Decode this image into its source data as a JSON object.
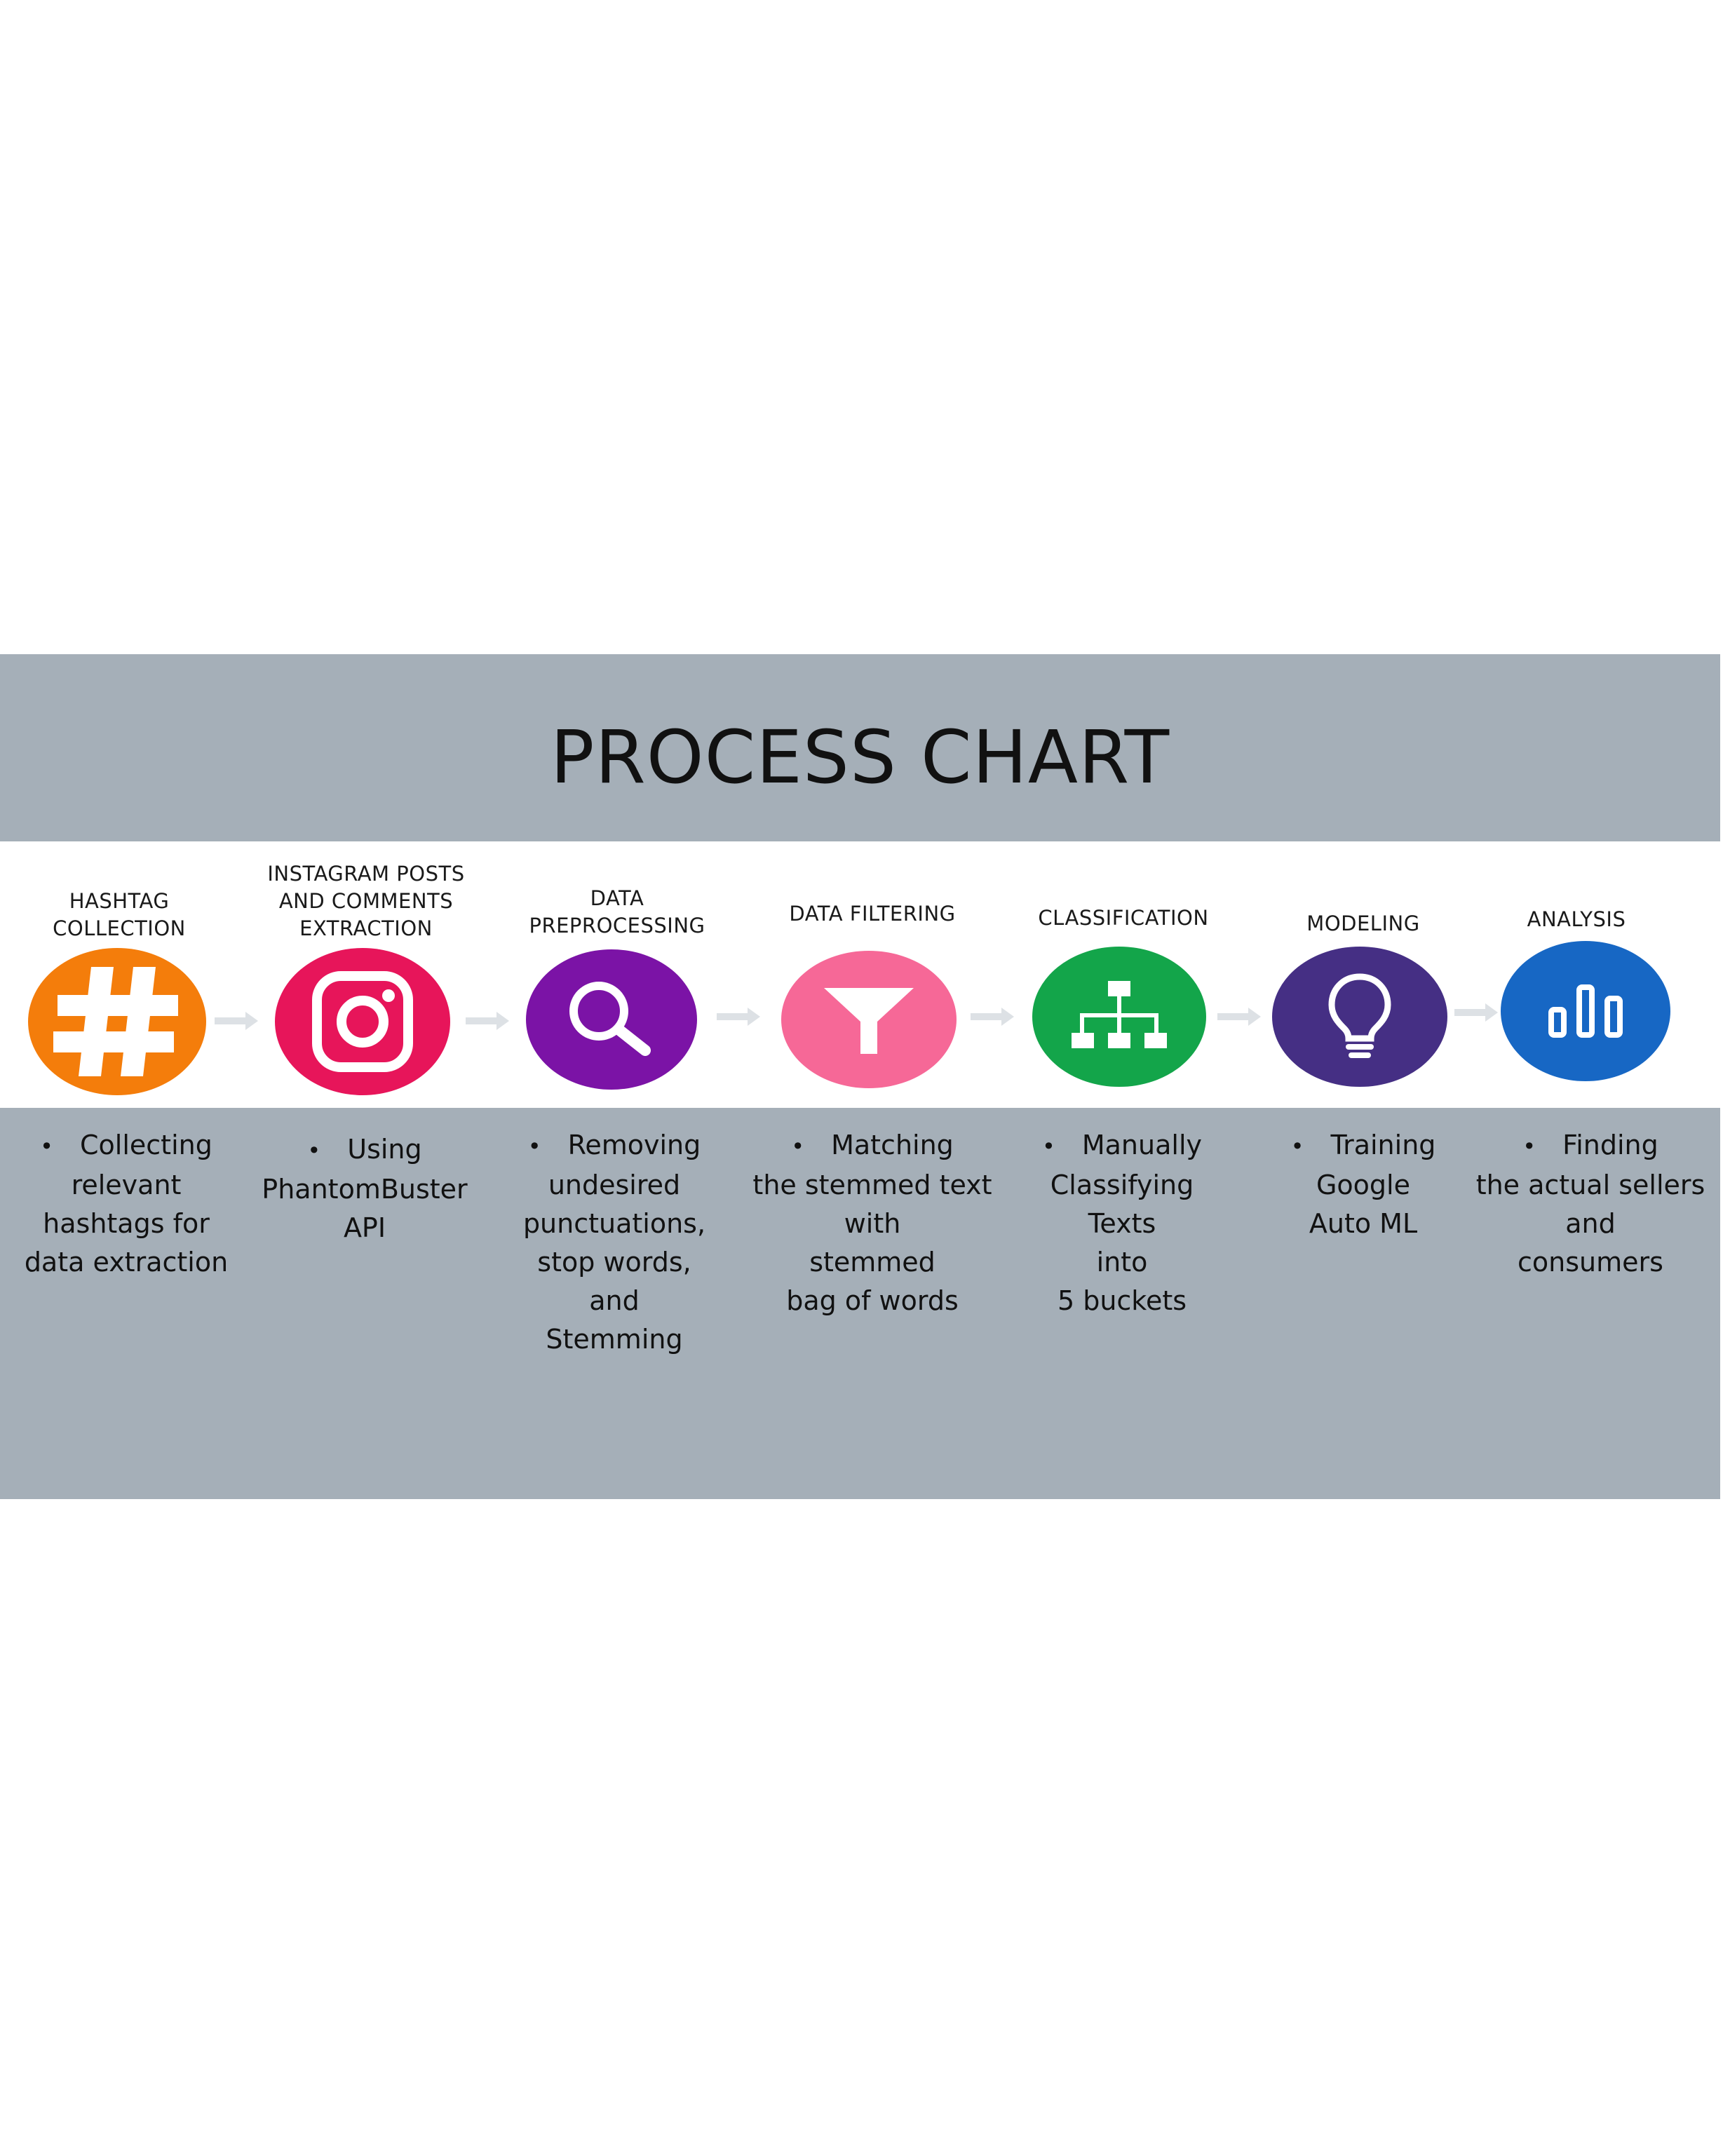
{
  "title": "PROCESS CHART",
  "steps": [
    {
      "label_lines": [
        "HASHTAG",
        "COLLECTION"
      ],
      "icon": "hashtag-icon",
      "color": "#f47d0b",
      "desc_lines": [
        "Collecting",
        "relevant",
        "hashtags for",
        "data extraction"
      ]
    },
    {
      "label_lines": [
        "INSTAGRAM POSTS",
        "AND COMMENTS",
        "EXTRACTION"
      ],
      "icon": "instagram-icon",
      "color": "#e7155a",
      "desc_lines": [
        "Using",
        "PhantomBuster",
        "API"
      ]
    },
    {
      "label_lines": [
        "DATA",
        "PREPROCESSING"
      ],
      "icon": "magnifier-icon",
      "color": "#7b13a6",
      "desc_lines": [
        "Removing",
        "undesired",
        "punctuations,",
        "stop words,",
        "and",
        "Stemming"
      ]
    },
    {
      "label_lines": [
        "DATA FILTERING"
      ],
      "icon": "funnel-icon",
      "color": "#f66897",
      "desc_lines": [
        "Matching",
        "the stemmed text",
        "with",
        "stemmed",
        "bag of words"
      ]
    },
    {
      "label_lines": [
        "CLASSIFICATION"
      ],
      "icon": "hierarchy-icon",
      "color": "#13a54a",
      "desc_lines": [
        "Manually",
        "Classifying",
        "Texts",
        "into",
        "5 buckets"
      ]
    },
    {
      "label_lines": [
        "MODELING"
      ],
      "icon": "lightbulb-icon",
      "color": "#452f84",
      "desc_lines": [
        "Training",
        "Google",
        "Auto ML"
      ]
    },
    {
      "label_lines": [
        "ANALYSIS"
      ],
      "icon": "bar-chart-icon",
      "color": "#1767c4",
      "desc_lines": [
        "Finding",
        "the actual sellers",
        "and",
        "consumers"
      ]
    }
  ]
}
